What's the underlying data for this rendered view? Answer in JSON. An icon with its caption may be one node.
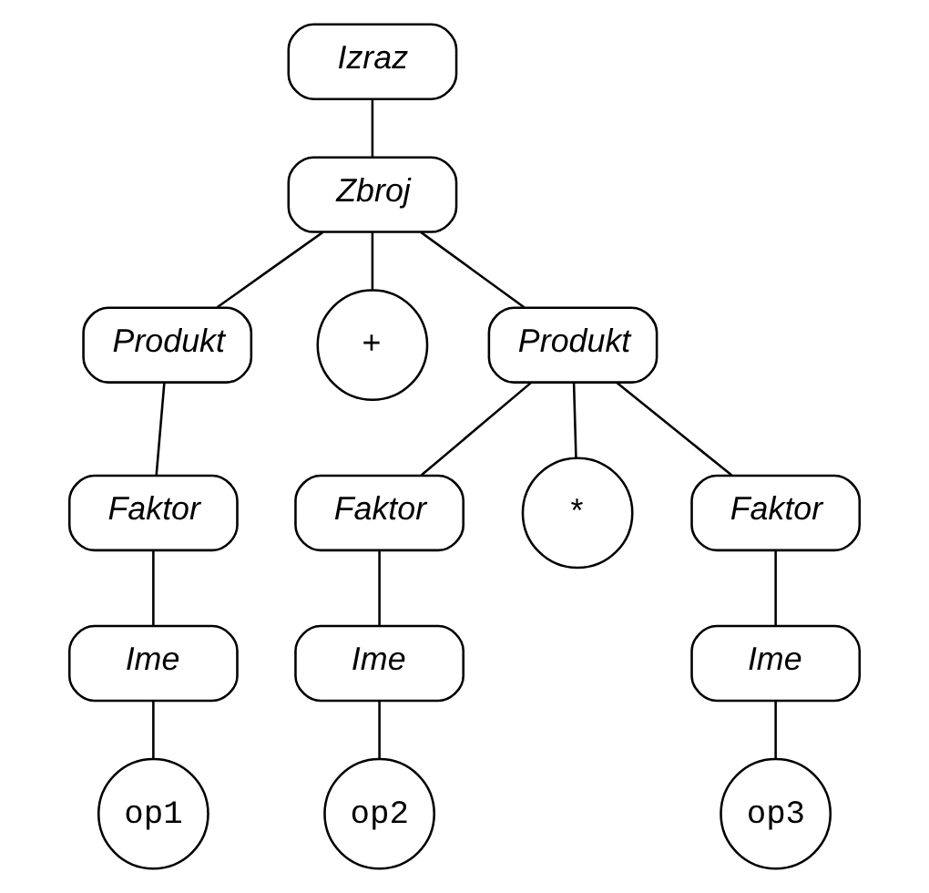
{
  "diagram": {
    "nodes": [
      {
        "text": [
          "Izraz"
        ]
      },
      {
        "text": [
          "Zbroj"
        ]
      },
      {
        "text": [
          "Produkt"
        ]
      },
      {
        "text": [
          "+"
        ]
      },
      {
        "text": [
          "Produkt"
        ]
      },
      {
        "text": [
          "Faktor"
        ]
      },
      {
        "text": [
          "Faktor"
        ]
      },
      {
        "text": [
          "*"
        ]
      },
      {
        "text": [
          "Faktor"
        ]
      },
      {
        "text": [
          "Ime"
        ]
      },
      {
        "text": [
          "Ime"
        ]
      },
      {
        "text": [
          "Ime"
        ]
      },
      {
        "text": [
          "op1"
        ]
      },
      {
        "text": [
          "op2"
        ]
      },
      {
        "text": [
          "op3"
        ]
      }
    ],
    "edges": [
      {
        "from": 0,
        "to": 1,
        "arrow": "none"
      },
      {
        "from": 1,
        "to": 2,
        "arrow": "none"
      },
      {
        "from": 1,
        "to": 3,
        "arrow": "none"
      },
      {
        "from": 1,
        "to": 4,
        "arrow": "none"
      },
      {
        "from": 2,
        "to": 5,
        "arrow": "none"
      },
      {
        "from": 4,
        "to": 6,
        "arrow": "none"
      },
      {
        "from": 4,
        "to": 7,
        "arrow": "none"
      },
      {
        "from": 4,
        "to": 8,
        "arrow": "none"
      },
      {
        "from": 5,
        "to": 9,
        "arrow": "none"
      },
      {
        "from": 6,
        "to": 10,
        "arrow": "none"
      },
      {
        "from": 8,
        "to": 11,
        "arrow": "none"
      },
      {
        "from": 9,
        "to": 12,
        "arrow": "none"
      },
      {
        "from": 10,
        "to": 13,
        "arrow": "none"
      },
      {
        "from": 11,
        "to": 14,
        "arrow": "none"
      }
    ]
  }
}
